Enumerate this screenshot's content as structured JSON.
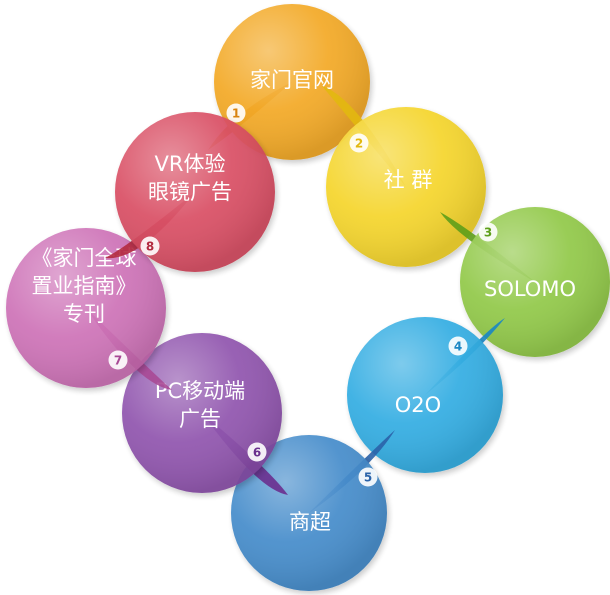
{
  "petals": [
    {
      "number": "1",
      "lines": [
        "家门官网"
      ],
      "color": "#f3a51c",
      "dark": "#d9840e"
    },
    {
      "number": "2",
      "lines": [
        "社 群"
      ],
      "color": "#f5d321",
      "dark": "#e2b80f"
    },
    {
      "number": "3",
      "lines": [
        "SOLOMO"
      ],
      "color": "#8cc63f",
      "dark": "#5e9f1a"
    },
    {
      "number": "4",
      "lines": [
        "O2O"
      ],
      "color": "#29aae1",
      "dark": "#1a86c4"
    },
    {
      "number": "5",
      "lines": [
        "商超"
      ],
      "color": "#3d87c9",
      "dark": "#2a62a8"
    },
    {
      "number": "6",
      "lines": [
        "PC移动端",
        "广告"
      ],
      "color": "#8b4dab",
      "dark": "#6a2f8e"
    },
    {
      "number": "7",
      "lines": [
        "《家门全球",
        "置业指南》",
        "专刊"
      ],
      "color": "#cc6cb4",
      "dark": "#a84995"
    },
    {
      "number": "8",
      "lines": [
        "VR体验",
        "眼镜广告"
      ],
      "color": "#d8475d",
      "dark": "#b22a3f"
    }
  ]
}
